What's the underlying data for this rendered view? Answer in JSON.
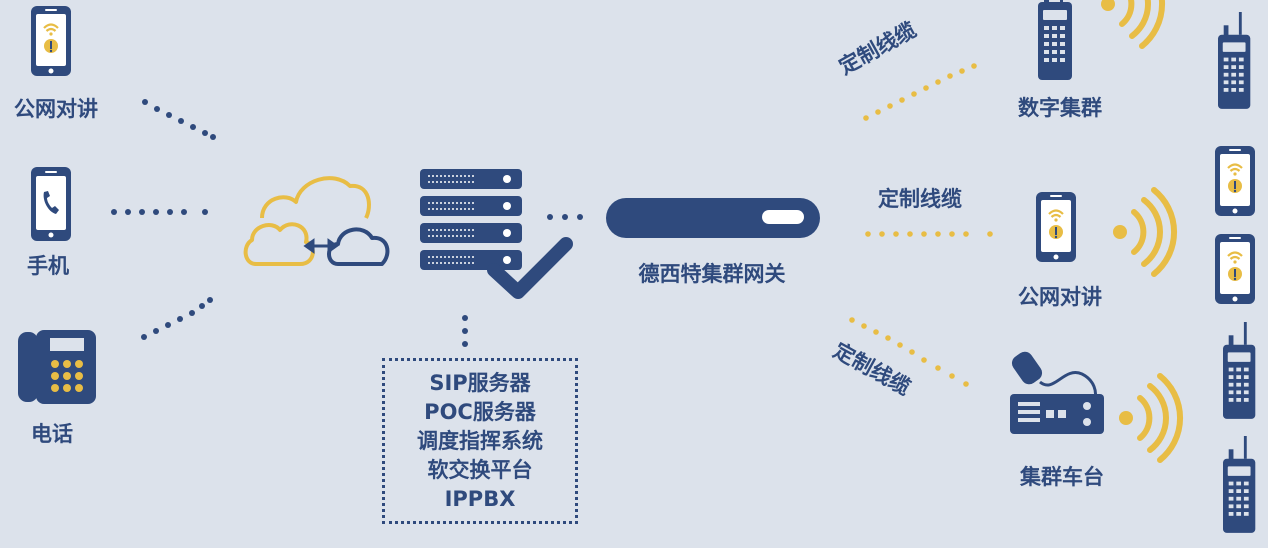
{
  "left": {
    "public_intercom_label": "公网对讲",
    "mobile_label": "手机",
    "telephone_label": "电话"
  },
  "services": {
    "items": [
      "SIP服务器",
      "POC服务器",
      "调度指挥系统",
      "软交换平台",
      "IPPBX"
    ]
  },
  "gateway": {
    "label": "德西特集群网关"
  },
  "links": {
    "top": "定制线缆",
    "middle": "定制线缆",
    "bottom": "定制线缆"
  },
  "right": {
    "digital_trunk_label": "数字集群",
    "public_intercom_label": "公网对讲",
    "trunk_vehicle_label": "集群车台"
  },
  "colors": {
    "background": "#dce2eb",
    "navy": "#2f4a7d",
    "gold": "#e8bd45"
  },
  "icons": [
    "smartphone-intercom-icon",
    "phone-handset-icon",
    "desk-telephone-icon",
    "cloud-sync-icon",
    "server-stack-icon",
    "checkmark-icon",
    "gateway-device-icon",
    "walkie-talkie-icon",
    "vehicle-radio-icon",
    "radio-waves-icon"
  ]
}
